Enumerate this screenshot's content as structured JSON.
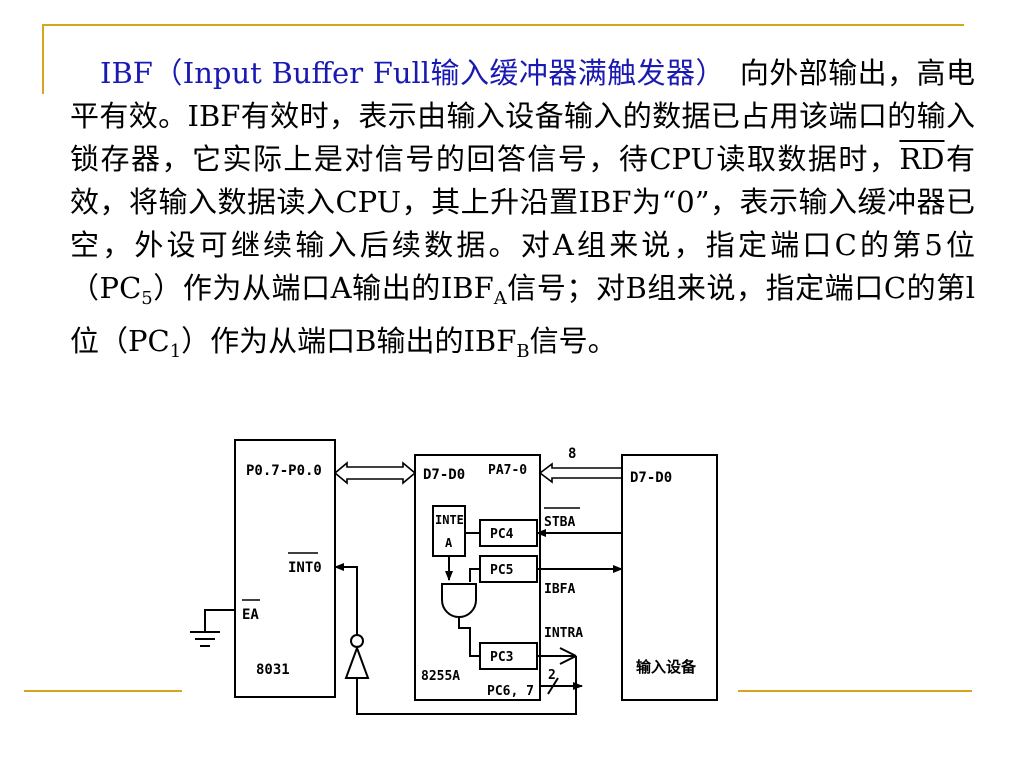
{
  "colors": {
    "accent_line": "#d9a520",
    "highlight_text": "#1a1ab3"
  },
  "paragraph": {
    "intro_highlight": "IBF（Input Buffer Full输入缓冲器满触发器）",
    "s1": "向外部输出，高电平有效。IBF有效时，表示由输入设备输入的数据已占用该端口的输入锁存器，它实际上是对信号的回答信号，待CPU读取数据时，",
    "rd_label": "RD",
    "s2": "有效，将输入数据读入CPU，其上升沿置IBF为“0”，表示输入缓冲器已空，外设可继续输入后续数据。对A组来说，指定端口C的第5位（PC",
    "sub_5": "5",
    "s3": "）作为从端口A输出的IBF",
    "sub_A": "A",
    "s4": "信号；对B组来说，指定端口C的第l位（PC",
    "sub_1": "1",
    "s5": "）作为从端口B输出的IBF",
    "sub_B": "B",
    "s6": "信号。"
  },
  "diagram": {
    "cpu_box": {
      "port_label": "P0.7-P0.0",
      "int_label": "INT0",
      "ea_label": "EA",
      "name": "8031"
    },
    "ppi_box": {
      "data_label": "D7-D0",
      "pa_label": "PA7-0",
      "inte_label_1": "INTE",
      "inte_label_2": "A",
      "pc4_label": "PC4",
      "pc5_label": "PC5",
      "pc3_label": "PC3",
      "pc67_label": "PC6, 7",
      "name": "8255A"
    },
    "signals": {
      "bus_width": "8",
      "stba": "STBA",
      "ibfa": "IBFA",
      "intra": "INTRA",
      "pc67_width": "2"
    },
    "device_box": {
      "data_label": "D7-D0",
      "name": "输入设备"
    }
  }
}
